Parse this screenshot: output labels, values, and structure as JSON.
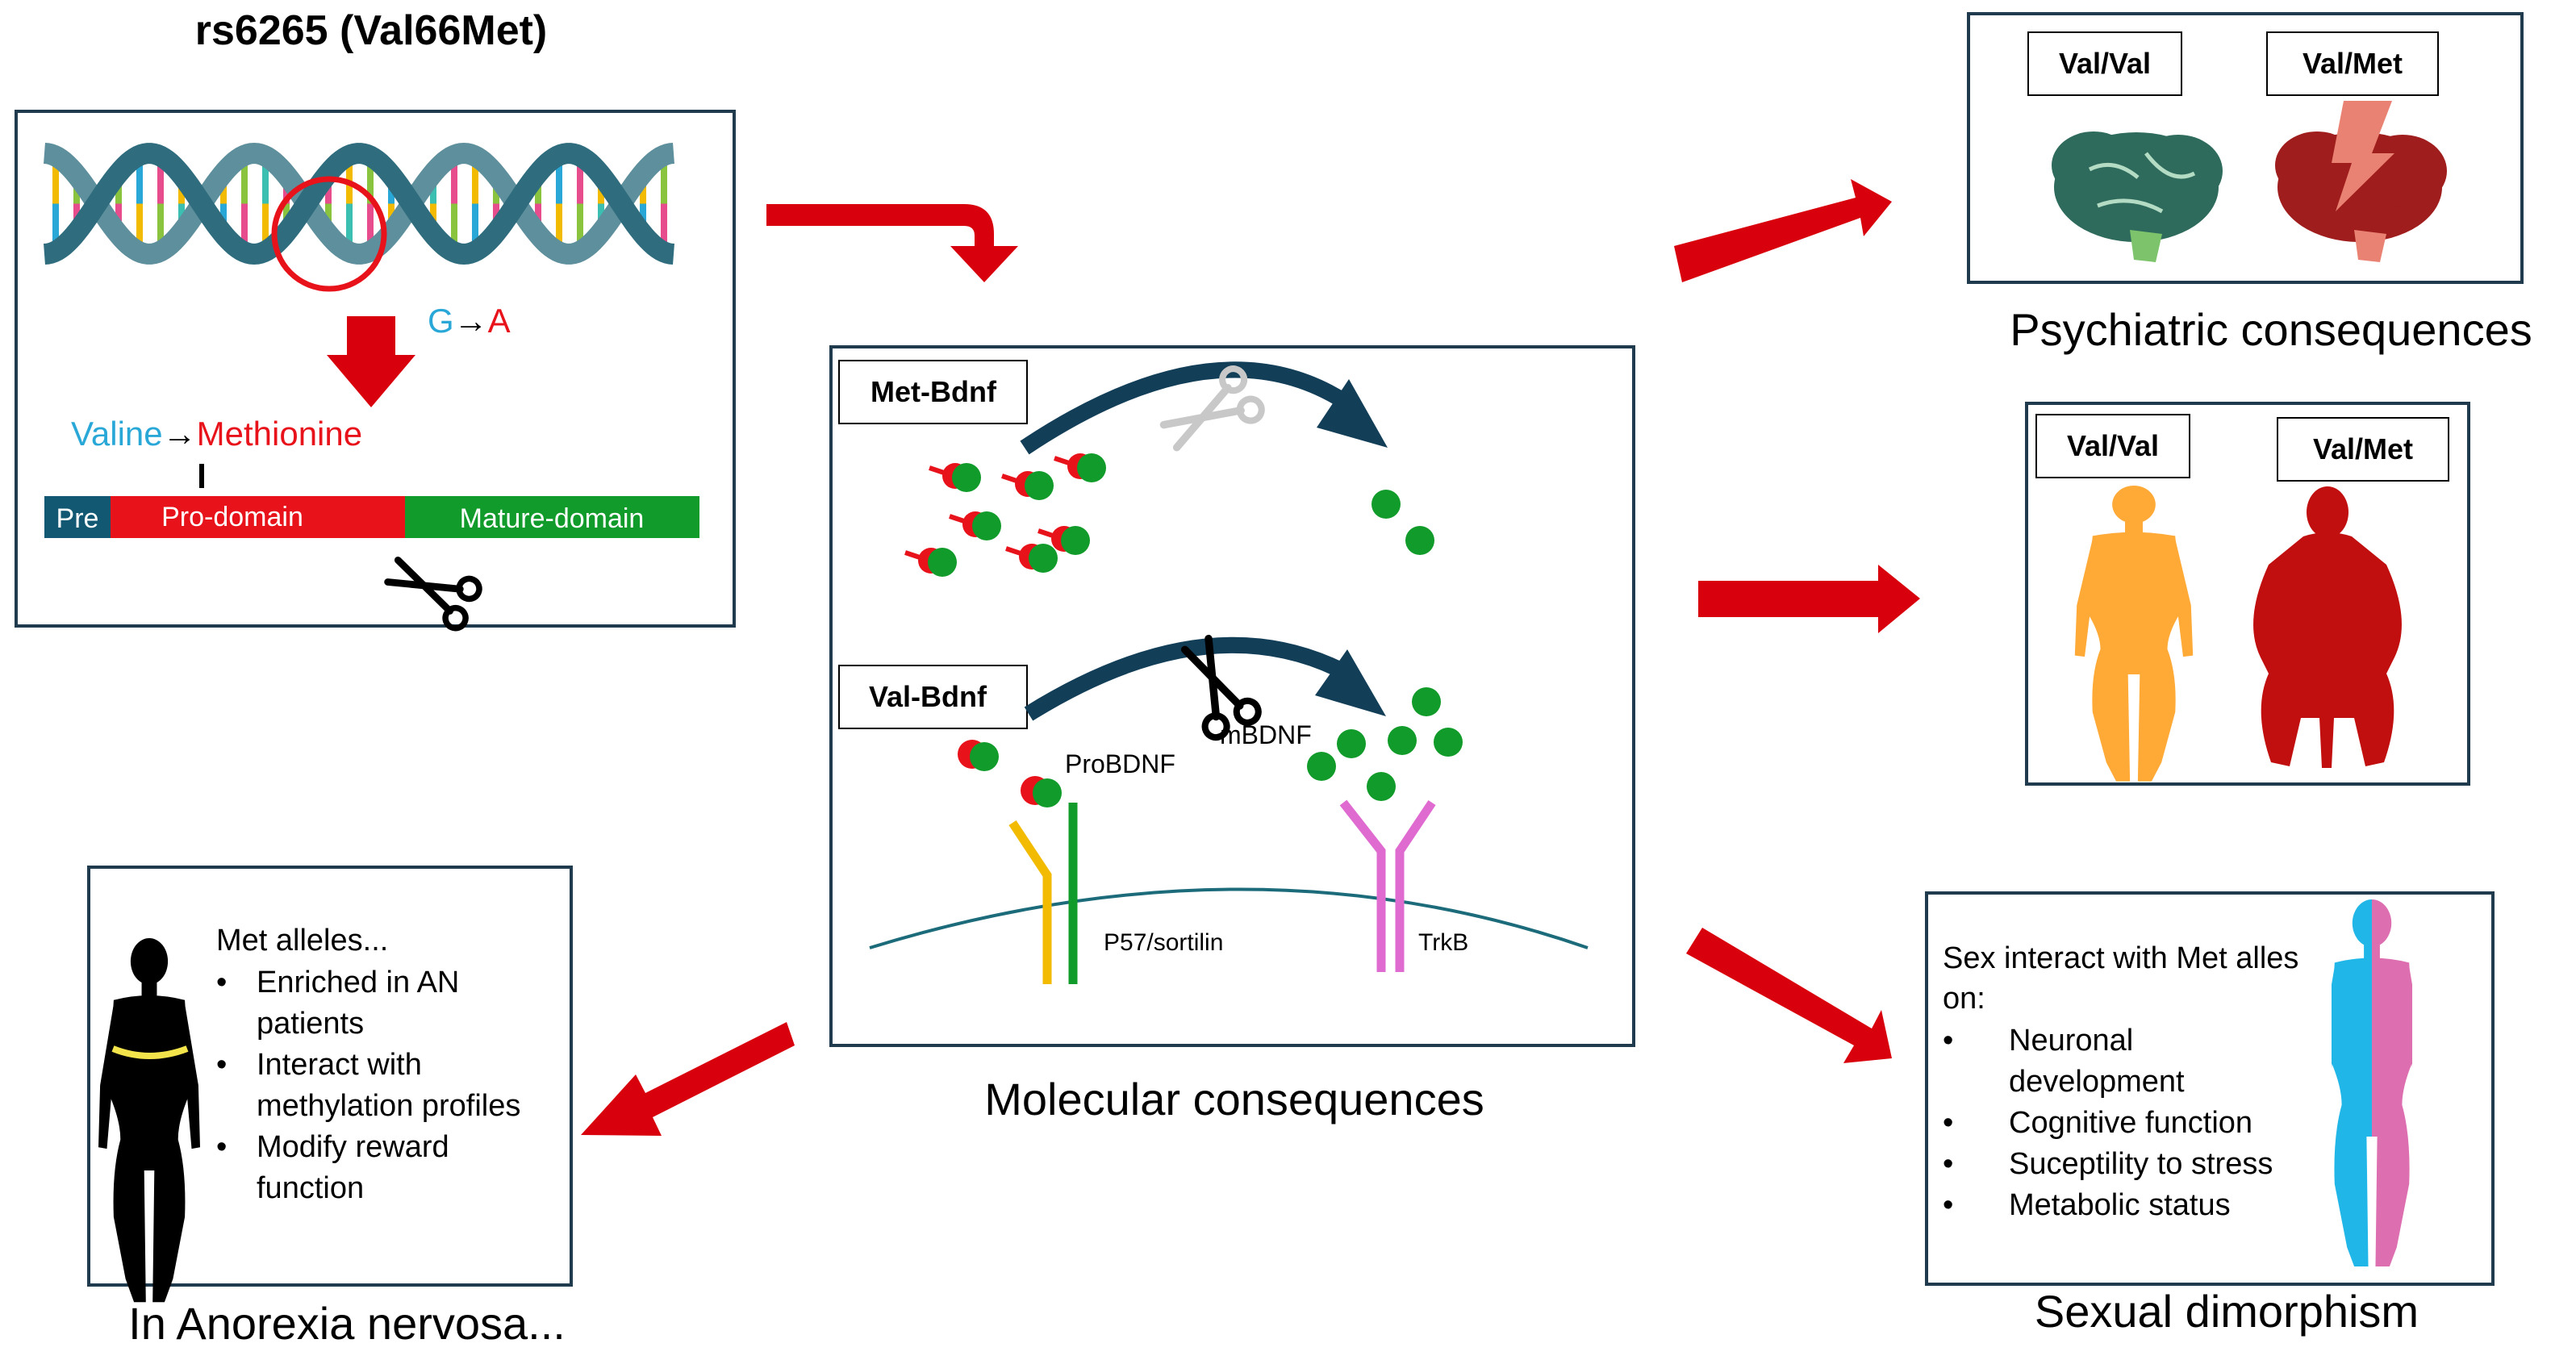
{
  "colors": {
    "box_border": "#1f3b4d",
    "arrow_red": "#d9000d",
    "cyan": "#29a8d8",
    "red": "#e8121b",
    "green": "#119b2a",
    "dark_teal": "#135873",
    "brain_green": "#2e6b5c",
    "brain_red": "#a01d1d",
    "bolt": "#e98272",
    "body_orange": "#ffa936",
    "body_red": "#c10f0f",
    "female_blue": "#20b7e8",
    "female_pink": "#dd6eb0",
    "yellow": "#f2bb00",
    "pink": "#df6bd1",
    "dna_strand": "#5e8f9c"
  },
  "snp": {
    "title": "rs6265 (Val66Met)",
    "mutation": {
      "from": "G",
      "arrow": "→",
      "to": "A"
    },
    "aa": {
      "from": "Valine",
      "arrow": "→",
      "to": "Methionine"
    },
    "domains": {
      "pre": "Pre",
      "pro": "Pro-domain",
      "mature": "Mature-domain"
    }
  },
  "molecular": {
    "caption": "Molecular consequences",
    "met_label": "Met-Bdnf",
    "val_label": "Val-Bdnf",
    "probdnf": "ProBDNF",
    "mbdnf": "mBDNF",
    "p57": "P57/sortilin",
    "trkb": "TrkB"
  },
  "psychiatric": {
    "caption": "Psychiatric consequences",
    "left": "Val/Val",
    "right": "Val/Met"
  },
  "obesity": {
    "left": "Val/Val",
    "right": "Val/Met"
  },
  "anorexia": {
    "caption": "In Anorexia nervosa...",
    "heading": "Met alleles...",
    "items": [
      {
        "line1": "Enriched in AN",
        "line2": "patients"
      },
      {
        "line1": "Interact with",
        "line2": "methylation profiles"
      },
      {
        "line1": "Modify reward",
        "line2": "function"
      }
    ]
  },
  "sexual": {
    "caption": "Sexual dimorphism",
    "heading1": "Sex interact with Met alles",
    "heading2": "on:",
    "items": [
      {
        "line1": "Neuronal",
        "line2": "development"
      },
      {
        "line1": "Cognitive function",
        "line2": ""
      },
      {
        "line1": "Suceptility to stress",
        "line2": ""
      },
      {
        "line1": "Metabolic status",
        "line2": ""
      }
    ]
  }
}
